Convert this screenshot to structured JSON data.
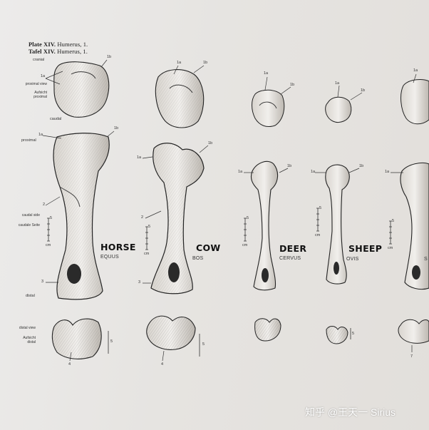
{
  "header": {
    "line1_bold": "Plate XIV.",
    "line1_rest": "Humerus, 1.",
    "line2_bold": "Tafel XIV.",
    "line2_rest": "Humerus, 1."
  },
  "side_labels": {
    "cranial": "cranial",
    "proximal_view": "proximal view",
    "aufsicht_proximal": "Aufsicht proximal",
    "caudal": "caudal",
    "proximal": "proximal",
    "caudal_side": "caudal side",
    "caudale_seite": "caudale Seite",
    "distal": "distal",
    "distal_view": "distal view",
    "aufsicht_distal": "Aufsicht distal"
  },
  "callouts": {
    "one_a": "1a",
    "one_b": "1b",
    "two": "2",
    "three": "3",
    "four": "4",
    "five": "5",
    "seven": "7",
    "cm": "cm"
  },
  "animals": [
    {
      "handwritten": "HORSE",
      "genus": "EQUUS"
    },
    {
      "handwritten": "COW",
      "genus": "BOS"
    },
    {
      "handwritten": "DEER",
      "genus": "CERVUS"
    },
    {
      "handwritten": "SHEEP",
      "genus": "OVIS"
    },
    {
      "handwritten": "",
      "genus": "S"
    }
  ],
  "watermark": "知乎 @王天一 Sirius"
}
